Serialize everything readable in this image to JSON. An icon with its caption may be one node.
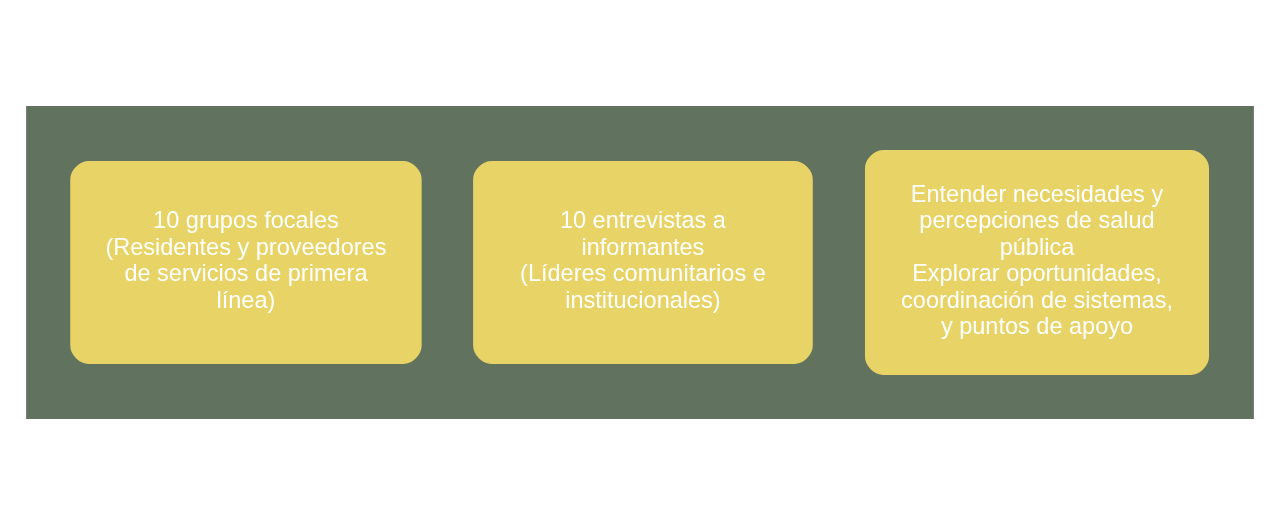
{
  "diagram": {
    "nodes": [
      {
        "text": [],
        "shape": "arrow"
      },
      {
        "text": [
          "10 grupos focales",
          "(Residentes y proveedores de servicios de primera línea)"
        ],
        "in": 0
      },
      {
        "text": [
          "10 entrevistas a informantes",
          "(Líderes comunitarios e institucionales)"
        ],
        "in": 0
      },
      {
        "text": [
          "Entender necesidades y percepciones de salud pública",
          "Explorar oportunidades, coordinación de sistemas, y puntos de apoyo"
        ],
        "in": 0
      }
    ],
    "edges": []
  }
}
